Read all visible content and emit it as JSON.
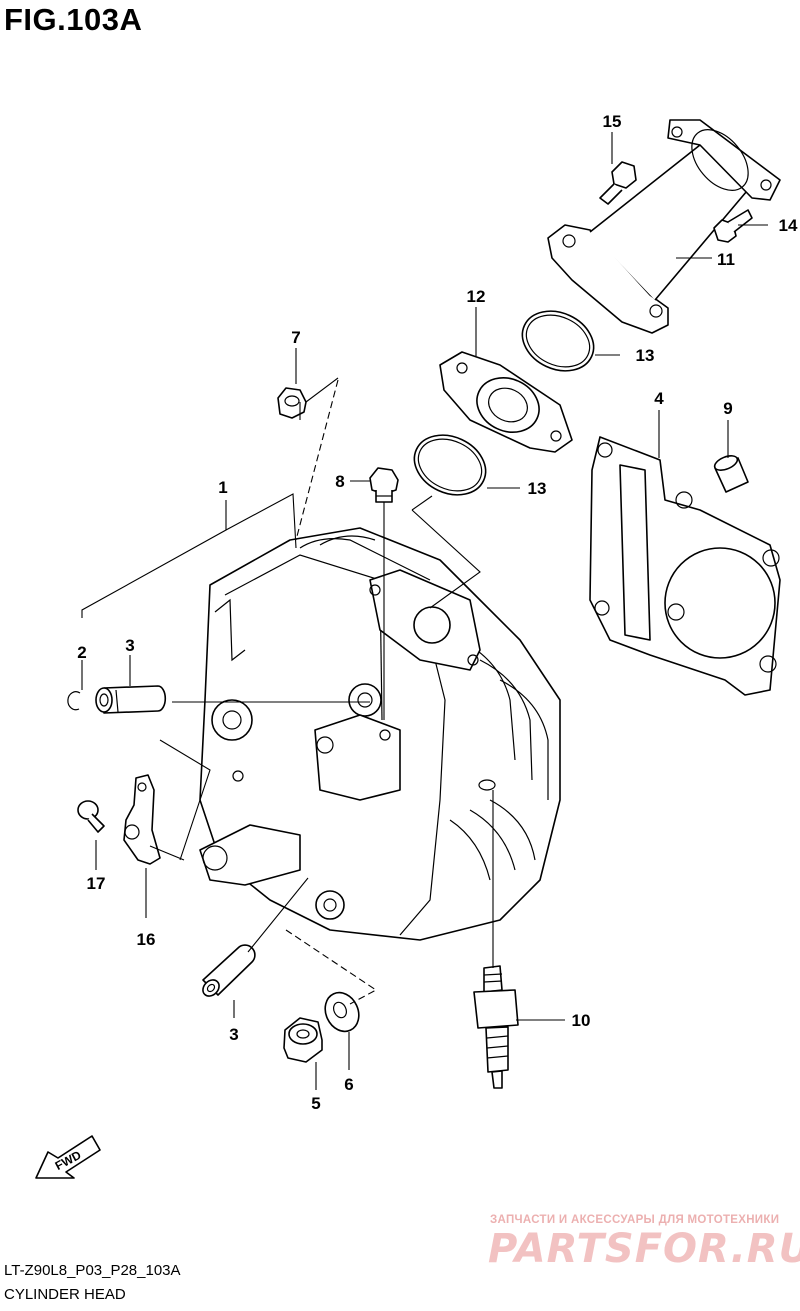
{
  "figure_title": "FIG.103A",
  "reference_code": "LT-Z90L8_P03_P28_103A",
  "section_name": "CYLINDER HEAD",
  "fwd_label": "FWD",
  "watermark": {
    "tagline": "ЗАПЧАСТИ И АКСЕССУАРЫ ДЛЯ МОТОТЕХНИКИ",
    "brand": "PARTSFOR.RU"
  },
  "callouts": [
    {
      "id": "c1",
      "label": "1"
    },
    {
      "id": "c2",
      "label": "2"
    },
    {
      "id": "c3a",
      "label": "3"
    },
    {
      "id": "c3b",
      "label": "3"
    },
    {
      "id": "c4",
      "label": "4"
    },
    {
      "id": "c5",
      "label": "5"
    },
    {
      "id": "c6",
      "label": "6"
    },
    {
      "id": "c7",
      "label": "7"
    },
    {
      "id": "c8",
      "label": "8"
    },
    {
      "id": "c9",
      "label": "9"
    },
    {
      "id": "c10",
      "label": "10"
    },
    {
      "id": "c11",
      "label": "11"
    },
    {
      "id": "c12",
      "label": "12"
    },
    {
      "id": "c13a",
      "label": "13"
    },
    {
      "id": "c13b",
      "label": "13"
    },
    {
      "id": "c14",
      "label": "14"
    },
    {
      "id": "c15",
      "label": "15"
    },
    {
      "id": "c16",
      "label": "16"
    },
    {
      "id": "c17",
      "label": "17"
    }
  ]
}
